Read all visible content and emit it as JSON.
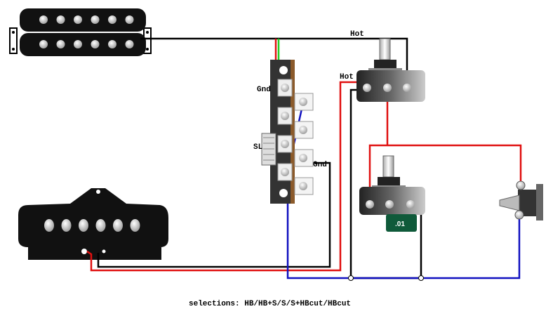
{
  "labels": {
    "hot_top": "Hot",
    "hot_left": "Hot",
    "gnd_switch_top": "Gnd",
    "switch_sl": "SL",
    "gnd_switch_side": "Gnd",
    "capacitor_value": ".01",
    "caption": "selections: HB/HB+S/S/S+HBcut/HBcut"
  },
  "colors": {
    "hot_wire": "#e01010",
    "ground_wire": "#000000",
    "blue_wire": "#1010c0",
    "green_wire": "#22cc22",
    "capacitor": "#0f5a3a"
  }
}
